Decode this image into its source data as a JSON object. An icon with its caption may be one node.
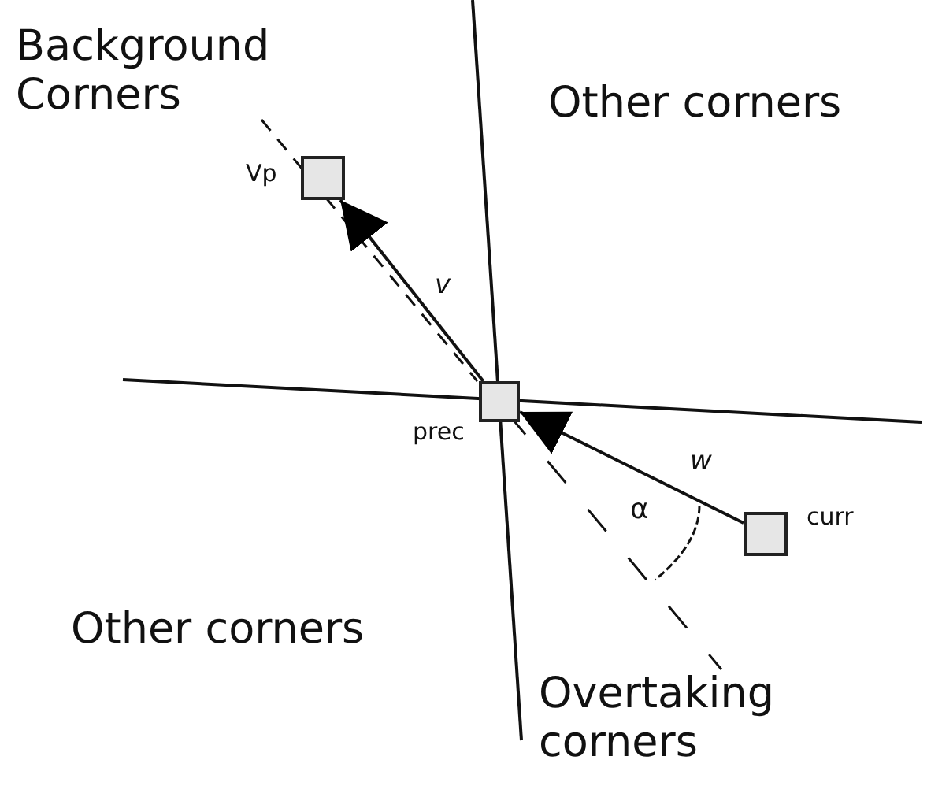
{
  "diagram": {
    "nodes": [
      {
        "text": [],
        "shape": "box",
        "beside": [
          "Vp"
        ]
      },
      {
        "text": [],
        "shape": "box",
        "beside": [
          "prec"
        ]
      },
      {
        "text": [],
        "shape": "box",
        "beside": [
          "curr"
        ]
      }
    ],
    "edges": [
      {
        "from": 1,
        "to": 0,
        "arrow": "to",
        "label": "v"
      },
      {
        "from": 2,
        "to": 1,
        "arrow": "to",
        "label": "w"
      }
    ],
    "labels": [
      "Background Corners",
      "Other corners",
      "α",
      "Other corners",
      "Overtaking corners"
    ]
  }
}
